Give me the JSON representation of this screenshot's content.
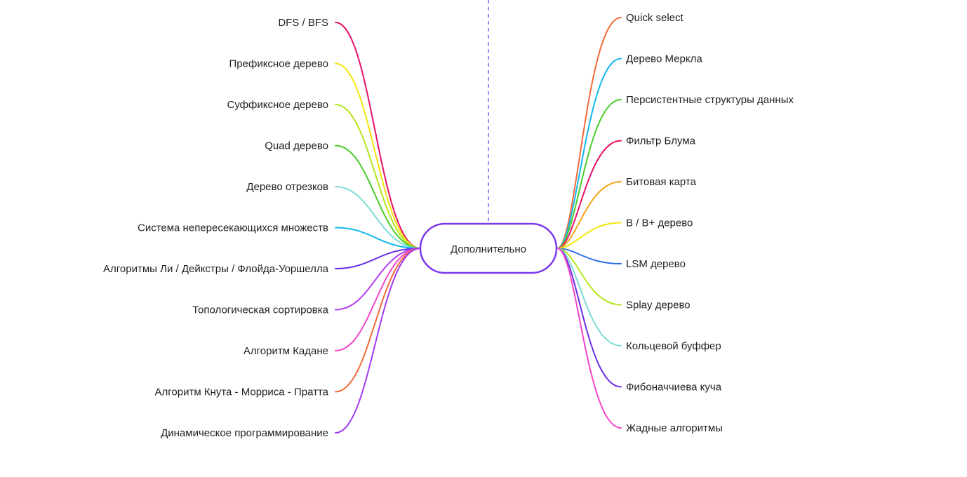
{
  "center": {
    "label": "Дополнительно",
    "color": "#7c3aed"
  },
  "connector_color": "#8b5cf6",
  "left_branches": [
    {
      "label": "DFS / BFS",
      "color": "#e8116b"
    },
    {
      "label": "Префиксное дерево",
      "color": "#f2e60c"
    },
    {
      "label": "Суффиксное дерево",
      "color": "#b5e61d"
    },
    {
      "label": "Quad дерево",
      "color": "#4ccc2b"
    },
    {
      "label": "Дерево отрезков",
      "color": "#7ddbd4"
    },
    {
      "label": "Система непересекающихся множеств",
      "color": "#13b8ee"
    },
    {
      "label": "Алгоритмы Ли / Дейкстры / Флойда-Уоршелла",
      "color": "#6a2ee6"
    },
    {
      "label": "Топологическая сортировка",
      "color": "#b23cf2"
    },
    {
      "label": "Алгоритм Кадане",
      "color": "#f545c8"
    },
    {
      "label": "Алгоритм Кнута - Морриса - Пратта",
      "color": "#f26b3a"
    },
    {
      "label": "Динамическое программирование",
      "color": "#a339f0"
    }
  ],
  "right_branches": [
    {
      "label": "Quick select",
      "color": "#f26b3a"
    },
    {
      "label": "Дерево Меркла",
      "color": "#13b8ee"
    },
    {
      "label": "Персистентные структуры данных",
      "color": "#4ccc2b"
    },
    {
      "label": "Фильтр Блума",
      "color": "#e8116b"
    },
    {
      "label": "Битовая карта",
      "color": "#f5a316"
    },
    {
      "label": "B / B+ дерево",
      "color": "#f2e60c"
    },
    {
      "label": "LSM дерево",
      "color": "#2f6fe8"
    },
    {
      "label": "Splay дерево",
      "color": "#b5e61d"
    },
    {
      "label": "Кольцевой буффер",
      "color": "#7ddbd4"
    },
    {
      "label": "Фибоначчиева куча",
      "color": "#6a2ee6"
    },
    {
      "label": "Жадные алгоритмы",
      "color": "#f545c8"
    }
  ]
}
